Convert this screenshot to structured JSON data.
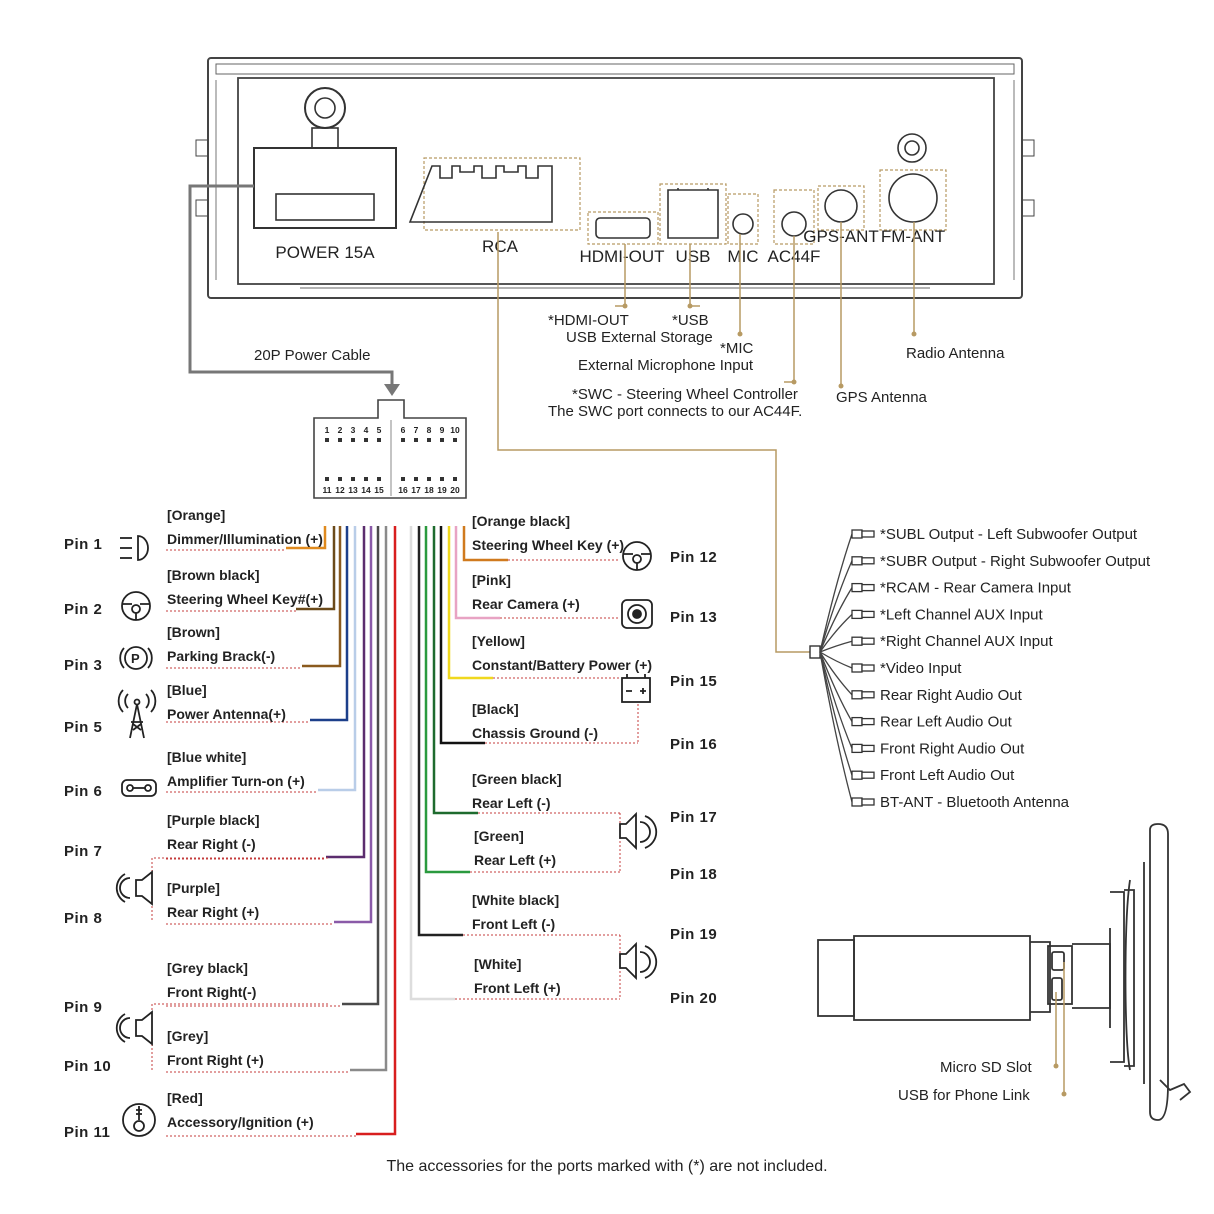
{
  "head_unit": {
    "ports": {
      "power": "POWER 15A",
      "rca": "RCA",
      "hdmi": "HDMI-OUT",
      "usb": "USB",
      "mic": "MIC",
      "ac44f": "AC44F",
      "gps": "GPS-ANT",
      "fm": "FM-ANT"
    }
  },
  "callouts": {
    "hdmi_title": "*HDMI-OUT",
    "usb_title": "*USB",
    "usb_desc": "USB External Storage",
    "mic_title": "*MIC",
    "mic_desc": "External Microphone Input",
    "swc_title": "*SWC - Steering Wheel Controller",
    "swc_desc": "The SWC port connects to our AC44F.",
    "radio_antenna": "Radio Antenna",
    "gps_antenna": "GPS Antenna"
  },
  "power_cable_label": "20P Power Cable",
  "connector": {
    "top_pins": [
      "1",
      "2",
      "3",
      "4",
      "5",
      "6",
      "7",
      "8",
      "9",
      "10"
    ],
    "bottom_pins": [
      "11",
      "12",
      "13",
      "14",
      "15",
      "16",
      "17",
      "18",
      "19",
      "20"
    ]
  },
  "left_pins": [
    {
      "pin": "Pin 1",
      "color_name": "[Orange]",
      "function": "Dimmer/Illumination (+)",
      "icon": "headlight-icon",
      "wire": "#e08a1e"
    },
    {
      "pin": "Pin 2",
      "color_name": "[Brown black]",
      "function": "Steering Wheel Key#(+)",
      "icon": "steering-wheel-icon",
      "wire": "#6b4a1a"
    },
    {
      "pin": "Pin 3",
      "color_name": "[Brown]",
      "function": "Parking Brack(-)",
      "icon": "parking-brake-icon",
      "wire": "#8a5a1e"
    },
    {
      "pin": "Pin 5",
      "color_name": "[Blue]",
      "function": "Power Antenna(+)",
      "icon": "antenna-icon",
      "wire": "#1c3f8a"
    },
    {
      "pin": "Pin 6",
      "color_name": "[Blue white]",
      "function": "Amplifier Turn-on (+)",
      "icon": "amplifier-icon",
      "wire": "#b9cde8"
    },
    {
      "pin": "Pin 7",
      "color_name": "[Purple black]",
      "function": "Rear Right (-)",
      "icon": "speaker-icon",
      "wire": "#5b2d6e"
    },
    {
      "pin": "Pin 8",
      "color_name": "[Purple]",
      "function": "Rear Right (+)",
      "icon": "speaker-icon",
      "wire": "#8a5aa8"
    },
    {
      "pin": "Pin 9",
      "color_name": "[Grey black]",
      "function": "Front Right(-)",
      "icon": "speaker-icon",
      "wire": "#4a4a4a"
    },
    {
      "pin": "Pin 10",
      "color_name": "[Grey]",
      "function": "Front Right (+)",
      "icon": "speaker-icon",
      "wire": "#8a8a8a"
    },
    {
      "pin": "Pin 11",
      "color_name": "[Red]",
      "function": "Accessory/Ignition (+)",
      "icon": "ignition-key-icon",
      "wire": "#d81e1e"
    }
  ],
  "right_pins": [
    {
      "pin": "Pin 12",
      "color_name": "[Orange black]",
      "function": "Steering Wheel Key (+)",
      "icon": "steering-wheel-icon",
      "wire": "#d07a1e"
    },
    {
      "pin": "Pin 13",
      "color_name": "[Pink]",
      "function": "Rear Camera (+)",
      "icon": "camera-icon",
      "wire": "#e8a3c3"
    },
    {
      "pin": "Pin 15",
      "color_name": "[Yellow]",
      "function": "Constant/Battery Power (+)",
      "icon": "battery-icon",
      "wire": "#f0d81e"
    },
    {
      "pin": "Pin 16",
      "color_name": "[Black]",
      "function": "Chassis Ground (-)",
      "icon": "",
      "wire": "#111111"
    },
    {
      "pin": "Pin 17",
      "color_name": "[Green black]",
      "function": "Rear Left (-)",
      "icon": "speaker-icon",
      "wire": "#1e6b2e"
    },
    {
      "pin": "Pin 18",
      "color_name": "[Green]",
      "function": "Rear Left (+)",
      "icon": "speaker-icon",
      "wire": "#2a9a3e"
    },
    {
      "pin": "Pin 19",
      "color_name": "[White black]",
      "function": "Front Left (-)",
      "icon": "speaker-icon",
      "wire": "#222222"
    },
    {
      "pin": "Pin 20",
      "color_name": "[White]",
      "function": "Front Left (+)",
      "icon": "speaker-icon",
      "wire": "#dddddd"
    }
  ],
  "rca_outputs": [
    "*SUBL Output - Left Subwoofer Output",
    "*SUBR Output - Right Subwoofer Output",
    "*RCAM - Rear Camera Input",
    "*Left Channel AUX Input",
    "*Right Channel AUX Input",
    "*Video Input",
    "Rear Right Audio Out",
    "Rear Left Audio Out",
    "Front Right Audio Out",
    "Front Left Audio Out",
    "BT-ANT - Bluetooth Antenna"
  ],
  "side_view": {
    "micro_sd": "Micro SD Slot",
    "usb_phone": "USB for Phone Link"
  },
  "footer": "The accessories for the ports marked with (*) are not included."
}
